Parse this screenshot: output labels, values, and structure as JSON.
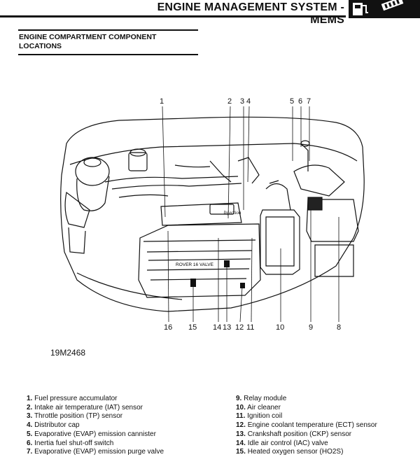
{
  "header": {
    "title": "ENGINE MANAGEMENT SYSTEM - MEMS",
    "icon": "engine-fuel-icon"
  },
  "section": {
    "title_line1": "ENGINE COMPARTMENT COMPONENT",
    "title_line2": "LOCATIONS"
  },
  "illustration": {
    "figure_ref": "19M2468",
    "engine_text_1": "Injection",
    "engine_text_2": "ROVER 16 VALVE",
    "callouts_top": [
      "1",
      "2",
      "3",
      "4",
      "5",
      "6",
      "7"
    ],
    "callouts_bottom": [
      "16",
      "15",
      "14",
      "13",
      "12",
      "11",
      "10",
      "9",
      "8"
    ]
  },
  "legend": {
    "left": [
      {
        "num": "1.",
        "text": "Fuel pressure accumulator"
      },
      {
        "num": "2.",
        "text": "Intake air temperature (IAT) sensor"
      },
      {
        "num": "3.",
        "text": "Throttle position (TP) sensor"
      },
      {
        "num": "4.",
        "text": "Distributor cap"
      },
      {
        "num": "5.",
        "text": "Evaporative (EVAP) emission cannister"
      },
      {
        "num": "6.",
        "text": "Inertia fuel shut-off switch"
      },
      {
        "num": "7.",
        "text": "Evaporative (EVAP) emission purge valve"
      }
    ],
    "right": [
      {
        "num": "9.",
        "text": "Relay module"
      },
      {
        "num": "10.",
        "text": "Air cleaner"
      },
      {
        "num": "11.",
        "text": "Ignition coil"
      },
      {
        "num": "12.",
        "text": "Engine coolant temperature (ECT) sensor"
      },
      {
        "num": "13.",
        "text": "Crankshaft position (CKP) sensor"
      },
      {
        "num": "14.",
        "text": "Idle air control (IAC) valve"
      },
      {
        "num": "15.",
        "text": "Heated oxygen sensor (HO2S)"
      }
    ]
  }
}
